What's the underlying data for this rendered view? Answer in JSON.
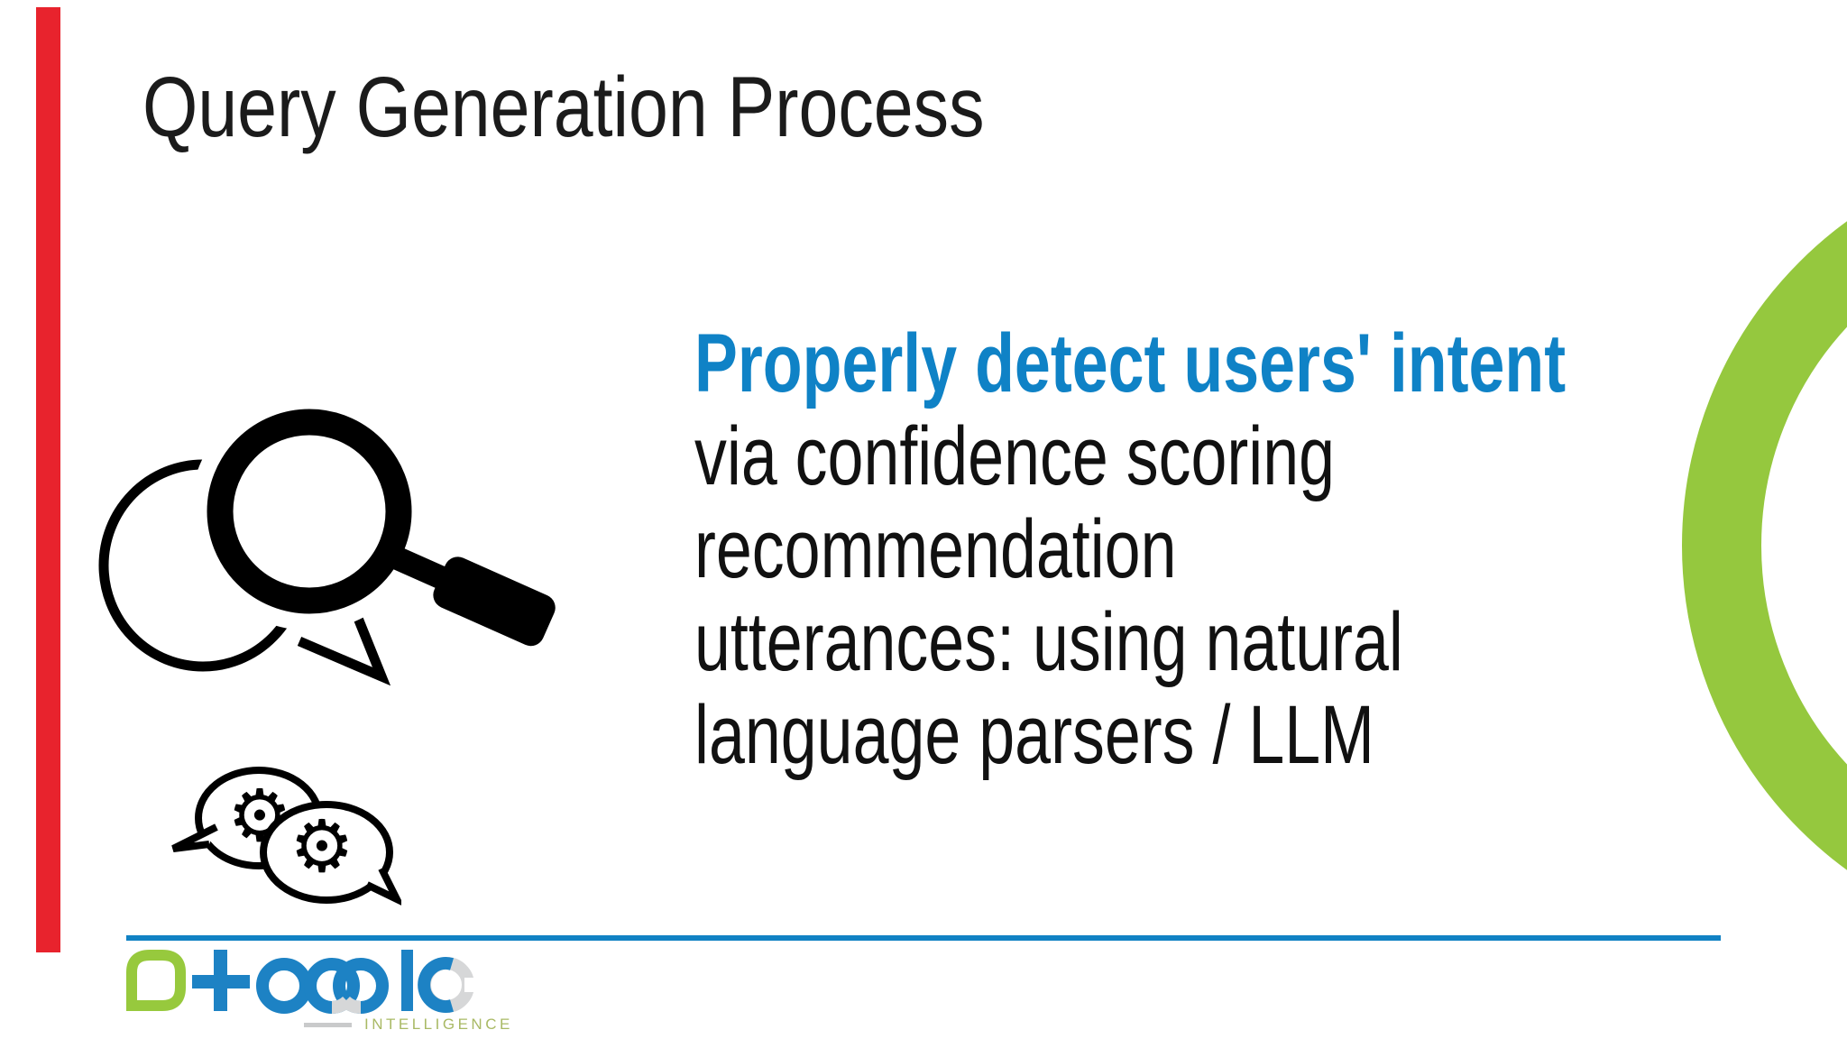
{
  "title": "Query Generation Process",
  "body": {
    "headline": "Properly detect users' intent",
    "lines": [
      "via confidence scoring",
      "recommendation",
      "utterances: using natural",
      "language parsers / LLM"
    ]
  },
  "footer": {
    "brand": "atomic",
    "tagline": "INTELLIGENCE"
  },
  "icons": {
    "gear_glyph": "⚙",
    "search_bubble_icon": "magnifier-over-speech-bubble",
    "gears_bubbles_icon": "two-speech-bubbles-with-gears"
  },
  "colors": {
    "headline_blue": "#0f82c6",
    "divider_blue": "#1182c4",
    "ring_green": "#95c83e",
    "logo_green": "#97c93d",
    "logo_blue": "#1d82c4",
    "logo_gray": "#d6d7d8",
    "tagline_olive": "#a9b964",
    "accent_red": "#e8232d",
    "title_color": "#1b1b1b",
    "body_color": "#111111"
  }
}
